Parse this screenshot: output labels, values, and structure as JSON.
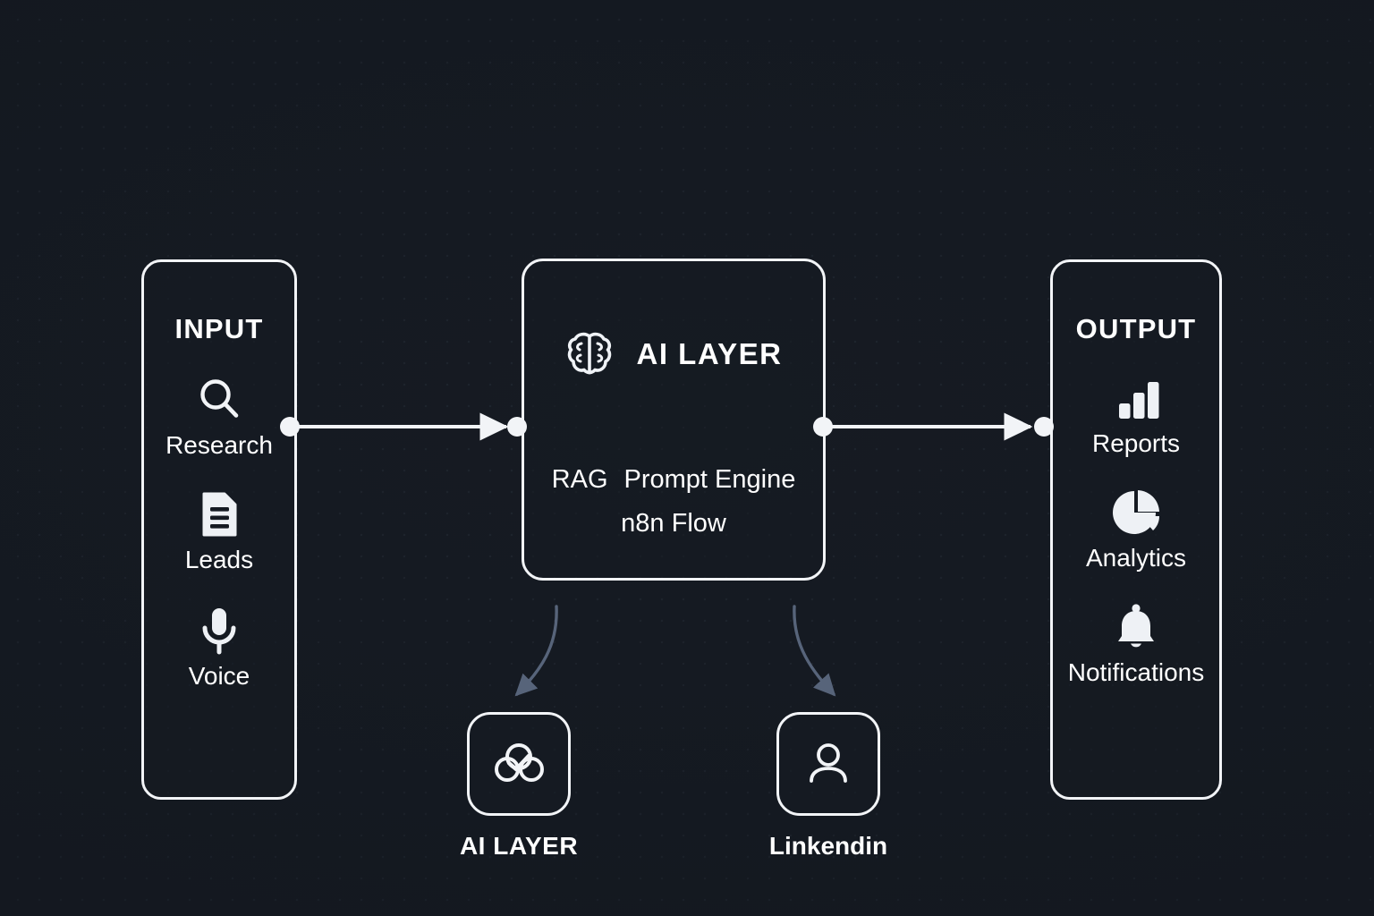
{
  "theme": {
    "background": "#161b23",
    "stroke": "#f2f4f7",
    "text": "#ffffff",
    "arrow": "#57647a",
    "grid_dot": "rgba(130,145,170,0.085)"
  },
  "diagram": {
    "type": "flow-diagram",
    "title_left": "INPUT",
    "title_center": "AI LAYER",
    "title_right": "OUTPUT"
  },
  "input_panel": {
    "title": "INPUT",
    "items": [
      {
        "icon": "search-icon",
        "label": "Research"
      },
      {
        "icon": "document-icon",
        "label": "Leads"
      },
      {
        "icon": "microphone-icon",
        "label": "Voice"
      }
    ]
  },
  "ai_panel": {
    "icon": "brain-icon",
    "title": "AI LAYER",
    "tags": [
      "RAG",
      "Prompt Engine"
    ],
    "subtitle": "n8n Flow"
  },
  "output_panel": {
    "title": "OUTPUT",
    "items": [
      {
        "icon": "bar-chart-icon",
        "label": "Reports"
      },
      {
        "icon": "pie-chart-icon",
        "label": "Analytics"
      },
      {
        "icon": "bell-icon",
        "label": "Notifications"
      }
    ]
  },
  "nodes": [
    {
      "icon": "cloud-link-icon",
      "label": "AI LAYER"
    },
    {
      "icon": "user-icon",
      "label": "Linkendin"
    }
  ],
  "connections": [
    {
      "from": "INPUT",
      "to": "AI LAYER",
      "style": "straight-arrow"
    },
    {
      "from": "AI LAYER",
      "to": "OUTPUT",
      "style": "straight-arrow"
    },
    {
      "from": "AI LAYER",
      "to": "AI LAYER (node)",
      "style": "curved-arrow"
    },
    {
      "from": "AI LAYER",
      "to": "Linkendin",
      "style": "curved-arrow"
    }
  ]
}
